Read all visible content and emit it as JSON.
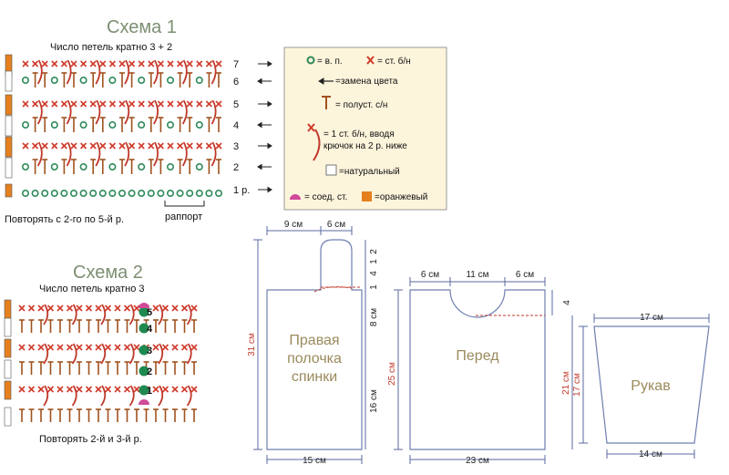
{
  "colors": {
    "x_red": "#d03a2a",
    "post": "#a0521e",
    "arc": "#c0392b",
    "ring": "#2e8a5a",
    "dot": "#1f8a50",
    "magenta": "#d14a9a",
    "orange": "#e5801f",
    "legend_bg": "#fdf4dc",
    "legend_border": "#9a9a9a",
    "title": "#7c8f72",
    "pattern_stroke": "#5a5a9a",
    "dim_red": "#c0392b"
  },
  "scheme1": {
    "title": "Схема 1",
    "subtitle": "Число петель кратно 3 + 2",
    "rows": [
      "7",
      "6",
      "5",
      "4",
      "3",
      "2",
      "1 р."
    ],
    "footer": "Повторять с 2-го по 5-й р.",
    "repeat_label": "раппорт"
  },
  "scheme2": {
    "title": "Схема 2",
    "subtitle": "Число петель кратно 3",
    "rows": [
      "5",
      "4",
      "3",
      "2",
      "1"
    ],
    "footer": "Повторять 2-й и 3-й р."
  },
  "legend": {
    "chain": "= в. п.",
    "sc": "= ст. б/н",
    "color_change": "=замена цвета",
    "hdc": "= полуст. с/н",
    "spike_line1": "= 1 ст. б/н, вводя",
    "spike_line2": "крючок на 2 р. ниже",
    "natural": "=натуральный",
    "slip": "= соед. ст.",
    "orange": "=оранжевый"
  },
  "back": {
    "label_lines": [
      "Правая",
      "полочка",
      "спинки"
    ],
    "top_left": "9 см",
    "top_right": "6 см",
    "bottom": "15 см",
    "height": "31 см",
    "right_2": "2",
    "right_1a": "1",
    "right_4": "4",
    "right_1b": "1",
    "right_8": "8 см",
    "right_16": "16 см"
  },
  "front": {
    "label": "Перед",
    "top_left": "6 см",
    "top_mid": "11 см",
    "top_right": "6 см",
    "bottom": "23 см",
    "height": "25 см",
    "right_4": "4",
    "right_21": "21 см"
  },
  "sleeve": {
    "label": "Рукав",
    "top": "17 см",
    "bottom": "14 см",
    "height": "17 см"
  }
}
